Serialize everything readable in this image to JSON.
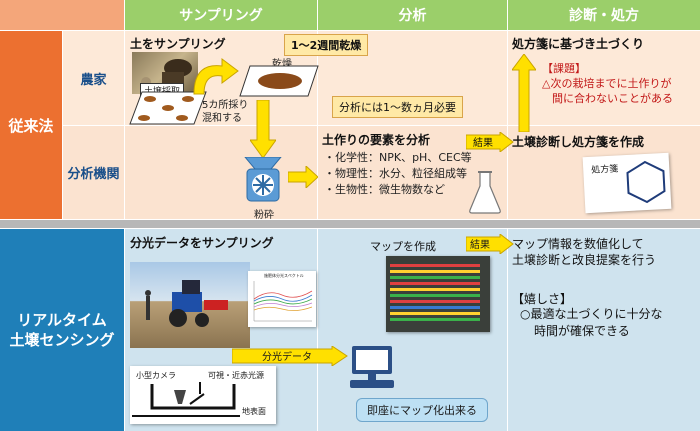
{
  "headers": {
    "sampling": "サンプリング",
    "analysis": "分析",
    "diagnosis": "診断・処方"
  },
  "rows": {
    "traditional": "従来法",
    "farmer": "農家",
    "lab": "分析機関",
    "realtime_line1": "リアルタイム",
    "realtime_line2": "土壌センシング"
  },
  "farmer_row": {
    "sample_title": "土をサンプリング",
    "soil_collect_tag": "土壌採取",
    "five_spots_line1": "5カ所採り",
    "five_spots_line2": "混和する",
    "dry_label": "乾燥",
    "dry_weeks": "1～2週間乾燥",
    "analysis_months": "分析には1～数ヵ月必要",
    "prescription_title": "処方箋に基づき土づくり",
    "issue_title": "【課題】",
    "issue_line1": "△次の栽培までに土作りが",
    "issue_line2": "間に合わないことがある"
  },
  "lab_row": {
    "crush_label": "粉砕",
    "elements_title": "土作りの要素を分析",
    "chem": "・化学性：NPK、pH、CEC等",
    "phys": "・物理性：水分、粒径組成等",
    "bio": "・生物性：微生物数など",
    "result_tag": "結果",
    "diagnosis_title": "土壌診断し処方箋を作成",
    "prescription_card": "処方箋"
  },
  "realtime_row": {
    "spectral_title": "分光データをサンプリング",
    "plot_title": "施肥体分光スペクトル",
    "spectral_data_tag": "分光データ",
    "camera_label": "小型カメラ",
    "light_label": "可視・近赤光源",
    "ground_label": "地表面",
    "map_title": "マップを作成",
    "result_tag": "結果",
    "instant_map": "即座にマップ化出来る",
    "digitize_line1": "マップ情報を数値化して",
    "digitize_line2": "土壌診断と改良提案を行う",
    "joy_title": "【嬉しさ】",
    "joy_line1": "○最適な土づくりに十分な",
    "joy_line2": "時間が確保できる"
  },
  "colors": {
    "header_green": "#9bcf6a",
    "traditional_orange": "#ec7030",
    "realtime_blue": "#1f7fb8",
    "arrow_yellow": "#ffe000",
    "arrow_border": "#c9a400"
  }
}
